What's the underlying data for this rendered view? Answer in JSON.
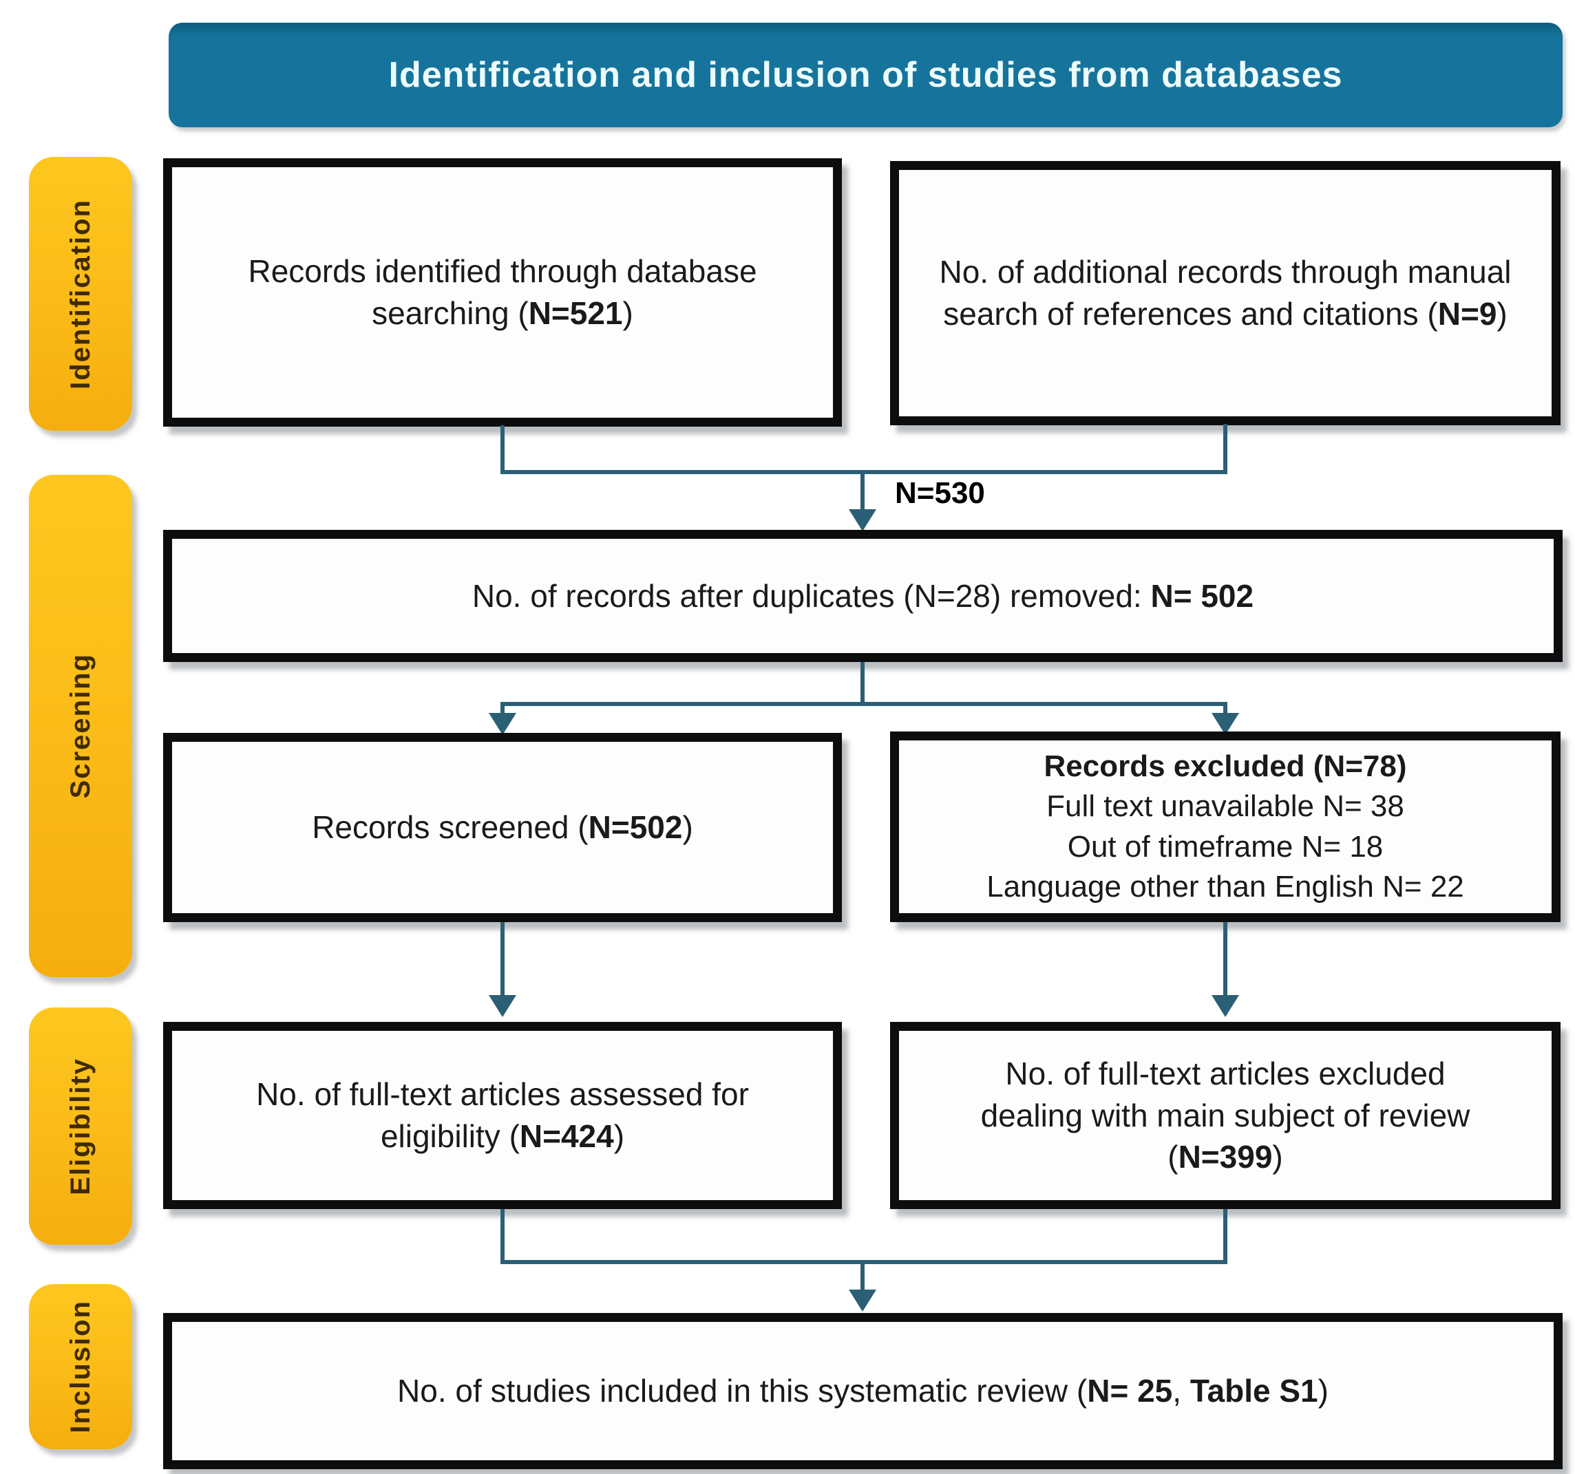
{
  "title": "Identification and inclusion of studies from databases",
  "stages": {
    "identification": "Identification",
    "screening": "Screening",
    "eligibility": "Eligibility",
    "inclusion": "Inclusion"
  },
  "flow": {
    "db_search": [
      [
        {
          "t": "Records identified through database searching ("
        },
        {
          "t": "N=521",
          "b": true
        },
        {
          "t": ")"
        }
      ]
    ],
    "manual_search": [
      [
        {
          "t": "No. of additional records through manual search of references and citations ("
        },
        {
          "t": "N=9",
          "b": true
        },
        {
          "t": ")"
        }
      ]
    ],
    "merge_label": "N=530",
    "dedup": [
      [
        {
          "t": "No. of records after duplicates (N=28) removed: "
        },
        {
          "t": "N= 502",
          "b": true
        }
      ]
    ],
    "screened": [
      [
        {
          "t": "Records screened ("
        },
        {
          "t": "N=502",
          "b": true
        },
        {
          "t": ")"
        }
      ]
    ],
    "excluded": [
      [
        {
          "t": "Records excluded (N=78)",
          "b": true
        }
      ],
      [
        {
          "t": "Full text unavailable N= 38"
        }
      ],
      [
        {
          "t": "Out of timeframe N= 18"
        }
      ],
      [
        {
          "t": "Language other than English N= 22"
        }
      ]
    ],
    "fulltext_assessed": [
      [
        {
          "t": "No. of full-text articles assessed for eligibility ("
        },
        {
          "t": "N=424",
          "b": true
        },
        {
          "t": ")"
        }
      ]
    ],
    "fulltext_excluded": [
      [
        {
          "t": "No. of full-text articles excluded"
        }
      ],
      [
        {
          "t": "dealing with main subject of review"
        }
      ],
      [
        {
          "t": "("
        },
        {
          "t": "N=399",
          "b": true
        },
        {
          "t": ")"
        }
      ]
    ],
    "included": [
      [
        {
          "t": "No. of studies included in this systematic review ("
        },
        {
          "t": "N= 25",
          "b": true
        },
        {
          "t": ", "
        },
        {
          "t": "Table S1",
          "b": true
        },
        {
          "t": ")"
        }
      ]
    ]
  },
  "colors": {
    "teal_header": "#16749c",
    "teal_header_dark": "#0d5d7f",
    "label_yellow": "#fcbd19",
    "label_yellow_dark": "#f5ae0e",
    "label_text": "#3f2b00",
    "connector": "#2a5f75",
    "box_border": "#0d0d0d",
    "box_text": "#1a1a1a"
  }
}
